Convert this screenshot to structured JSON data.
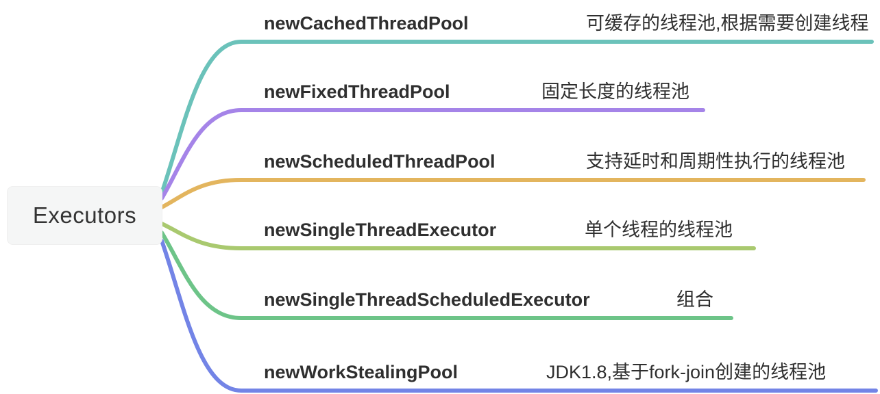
{
  "root": {
    "label": "Executors"
  },
  "colors": {
    "background": "#ffffff",
    "root_node_bg": "#f5f6f6",
    "text": "#2f2f2f"
  },
  "branches": [
    {
      "label": "newCachedThreadPool",
      "description": "可缓存的线程池,根据需要创建线程",
      "color": "#6bc2ba"
    },
    {
      "label": "newFixedThreadPool",
      "description": "固定长度的线程池",
      "color": "#a584e8"
    },
    {
      "label": "newScheduledThreadPool",
      "description": "支持延时和周期性执行的线程池",
      "color": "#e3b55e"
    },
    {
      "label": "newSingleThreadExecutor",
      "description": "单个线程的线程池",
      "color": "#a9c96f"
    },
    {
      "label": "newSingleThreadScheduledExecutor",
      "description": "组合",
      "color": "#6dc488"
    },
    {
      "label": "newWorkStealingPool",
      "description": "JDK1.8,基于fork-join创建的线程池",
      "color": "#7384e6"
    }
  ]
}
